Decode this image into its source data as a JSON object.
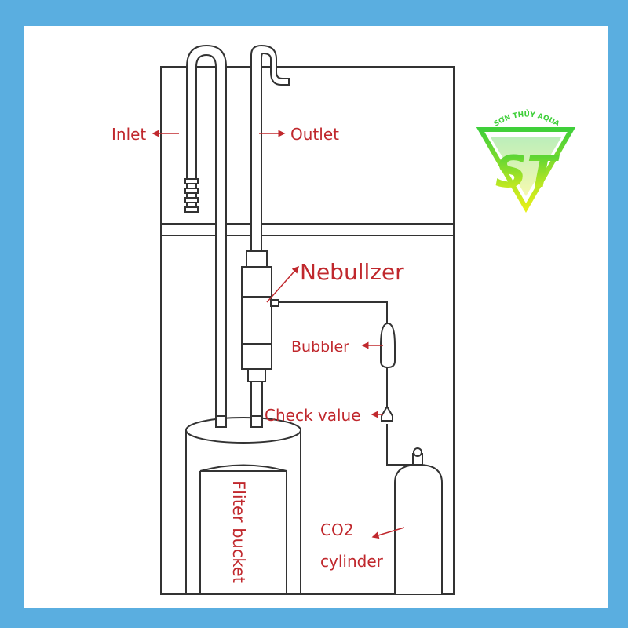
{
  "labels": {
    "inlet": "Inlet",
    "outlet": "Outlet",
    "nebulizer": "Nebullzer",
    "bubbler": "Bubbler",
    "check_valve": "Check value",
    "co2_line1": "CO2",
    "co2_line2": "cylinder",
    "filter_bucket": "Fliter bucket"
  },
  "logo": {
    "text": "SƠN THỦY AQUA",
    "monogram": "ST"
  },
  "colors": {
    "frame": "#5aaee0",
    "label": "#c0282d",
    "line": "#333333",
    "logo_top": "#3fcf3a",
    "logo_bottom": "#e5ef1a"
  }
}
